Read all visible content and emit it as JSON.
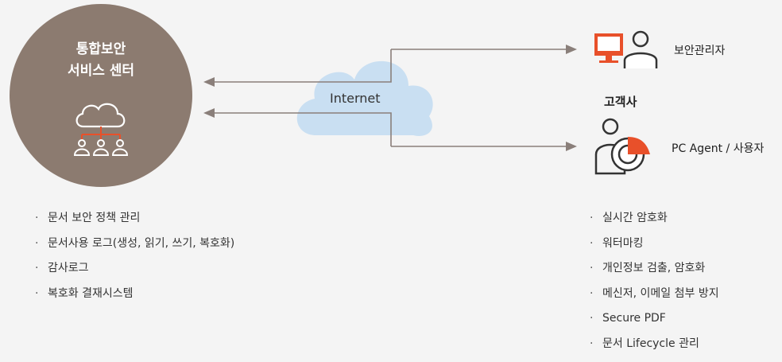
{
  "center": {
    "title_line1": "통합보안",
    "title_line2": "서비스 센터",
    "icon": "cloud-network-users-icon"
  },
  "network": {
    "internet_label": "Internet",
    "cloud_icon": "cloud-icon"
  },
  "customer": {
    "label": "고객사",
    "admin_label": "보안관리자",
    "admin_icon": "admin-workstation-icon",
    "agent_label": "PC Agent / 사용자",
    "agent_icon": "user-shield-icon"
  },
  "left_features": [
    "문서 보안 정책 관리",
    "문서사용 로그(생성, 읽기, 쓰기, 복호화)",
    "감사로그",
    "복호화 결재시스템"
  ],
  "right_features": [
    "실시간 암호화",
    "워터마킹",
    "개인정보 검출, 암호화",
    "메신저, 이메일 첨부 방지",
    "Secure PDF",
    "문서 Lifecycle 관리"
  ],
  "colors": {
    "circle": "#8c7b70",
    "accent": "#e8502a",
    "cloud": "#c9dff2",
    "line": "#8a7f7a",
    "background": "#f4f4f4"
  }
}
